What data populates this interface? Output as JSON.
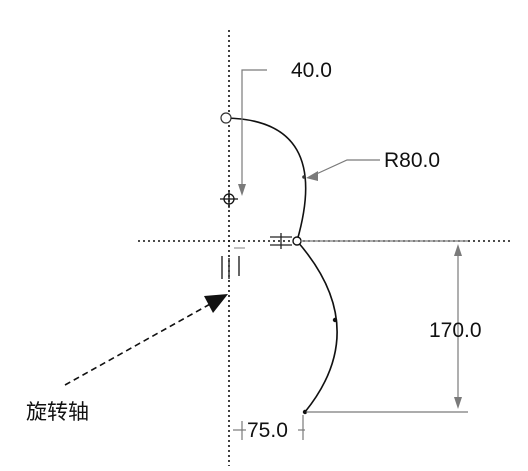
{
  "dimensions": {
    "top_offset": "40.0",
    "radius": "R80.0",
    "height": "170.0",
    "bottom_offset": "75.0"
  },
  "annotation": {
    "axis_label": "旋转轴"
  },
  "colors": {
    "line": "#111111",
    "dimension": "#7a7a7a",
    "background": "#ffffff"
  },
  "icons": {
    "axis_constraint": "parallel-constraint-icon",
    "point_marker": "crosshair-icon",
    "tangent_marker": "tangent-constraint-icon"
  }
}
